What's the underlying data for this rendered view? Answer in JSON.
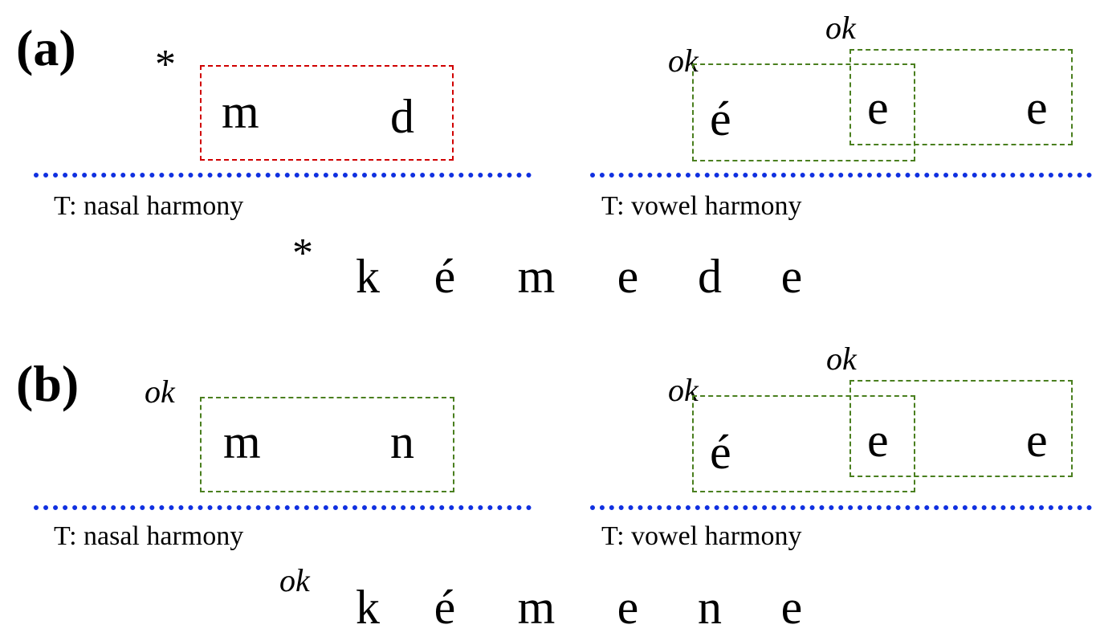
{
  "colors": {
    "violation": "#d00000",
    "ok": "#4a7f1f",
    "tier": "#1030e0"
  },
  "panels": [
    {
      "label": "(a)",
      "nasal_tier": {
        "mark": "*",
        "segments": [
          "m",
          "d"
        ],
        "status": "violation",
        "label": "T: nasal harmony"
      },
      "vowel_tier": {
        "mark_first": "ok",
        "mark_second": "ok",
        "segments": [
          "é",
          "e",
          "e"
        ],
        "label": "T: vowel harmony"
      },
      "word": {
        "mark": "*",
        "segments": [
          "k",
          "é",
          "m",
          "e",
          "d",
          "e"
        ]
      }
    },
    {
      "label": "(b)",
      "nasal_tier": {
        "mark": "ok",
        "segments": [
          "m",
          "n"
        ],
        "status": "ok",
        "label": "T: nasal harmony"
      },
      "vowel_tier": {
        "mark_first": "ok",
        "mark_second": "ok",
        "segments": [
          "é",
          "e",
          "e"
        ],
        "label": "T: vowel harmony"
      },
      "word": {
        "mark": "ok",
        "segments": [
          "k",
          "é",
          "m",
          "e",
          "n",
          "e"
        ]
      }
    }
  ]
}
